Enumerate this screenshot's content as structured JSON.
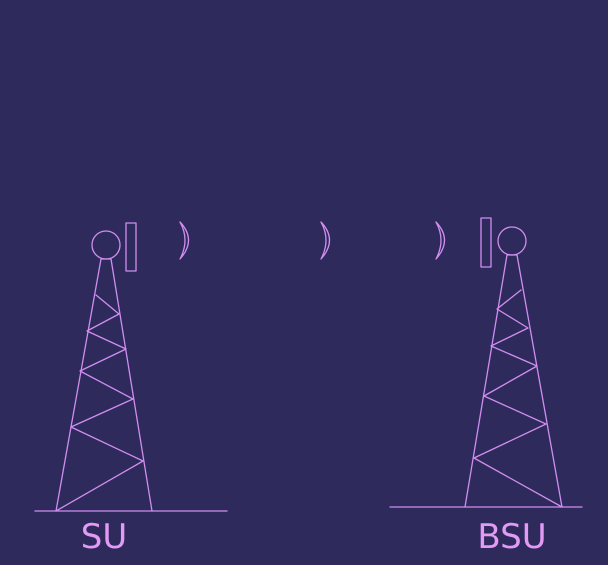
{
  "colors": {
    "background": "#2e2a5c",
    "line": "#d18ef0",
    "label": "#e39af5"
  },
  "towers": [
    {
      "id": "su",
      "label": "SU"
    },
    {
      "id": "bsu",
      "label": "BSU"
    }
  ],
  "signal_waves": {
    "count": 3,
    "direction": "right"
  }
}
